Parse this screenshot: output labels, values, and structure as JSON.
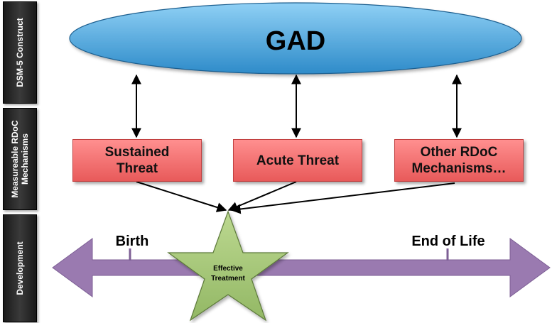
{
  "side_labels": {
    "construct": "DSM-5 Construct",
    "mechanisms_line1": "Measureable RDoC",
    "mechanisms_line2": "Mechanisms",
    "development": "Development"
  },
  "construct": {
    "label": "GAD"
  },
  "mechanisms": {
    "sustained_line1": "Sustained",
    "sustained_line2": "Threat",
    "acute": "Acute Threat",
    "other_line1": "Other RDoC",
    "other_line2": "Mechanisms…"
  },
  "timeline": {
    "start": "Birth",
    "end": "End of Life"
  },
  "outcome": {
    "line1": "Effective",
    "line2": "Treatment"
  },
  "colors": {
    "ellipse": "#4aa6dc",
    "box": "#f06a6a",
    "arrow": "#9a7ab0",
    "star": "#a7c77a"
  }
}
